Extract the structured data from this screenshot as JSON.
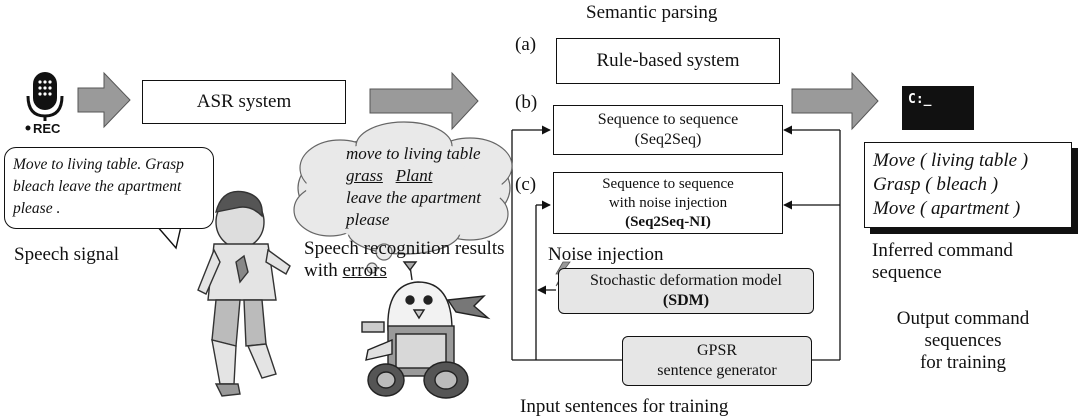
{
  "header": {
    "semantic_parsing": "Semantic parsing"
  },
  "mic": {
    "rec_label": "REC"
  },
  "asr": {
    "label": "ASR system"
  },
  "speech": {
    "bubble_text": "Move to living table. Grasp bleach leave the apartment please .",
    "caption": "Speech signal"
  },
  "recognition": {
    "line1": "move to living table",
    "line2_word1": "grass",
    "line2_word2": "Plant",
    "line3": "leave the apartment",
    "line4": "please",
    "caption_line1": "Speech recognition results",
    "caption_line2_prefix": "with ",
    "caption_line2_underlined": "errors"
  },
  "parsers": {
    "a_tag": "(a)",
    "a_label": "Rule-based system",
    "b_tag": "(b)",
    "b_line1": "Sequence to sequence",
    "b_line2": "(Seq2Seq)",
    "c_tag": "(c)",
    "c_line1": "Sequence to sequence",
    "c_line2": "with noise injection",
    "c_line3": "(Seq2Seq-NI)"
  },
  "noise": {
    "title": "Noise injection",
    "sdm_line1": "Stochastic deformation model",
    "sdm_line2": "(SDM)"
  },
  "gpsr": {
    "line1": "GPSR",
    "line2": "sentence generator"
  },
  "terminal": {
    "prompt": "C:_"
  },
  "output": {
    "commands": [
      "Move ( living table )",
      "Grasp ( bleach )",
      "Move ( apartment )"
    ],
    "caption": "Inferred command sequence",
    "training_line1": "Output command sequences",
    "training_line2": "for training"
  },
  "footer": {
    "input_training": "Input sentences for training"
  },
  "colors": {
    "arrow_fill": "#9a9a9a",
    "box_gray": "#e6e6e6",
    "terminal": "#111111"
  }
}
